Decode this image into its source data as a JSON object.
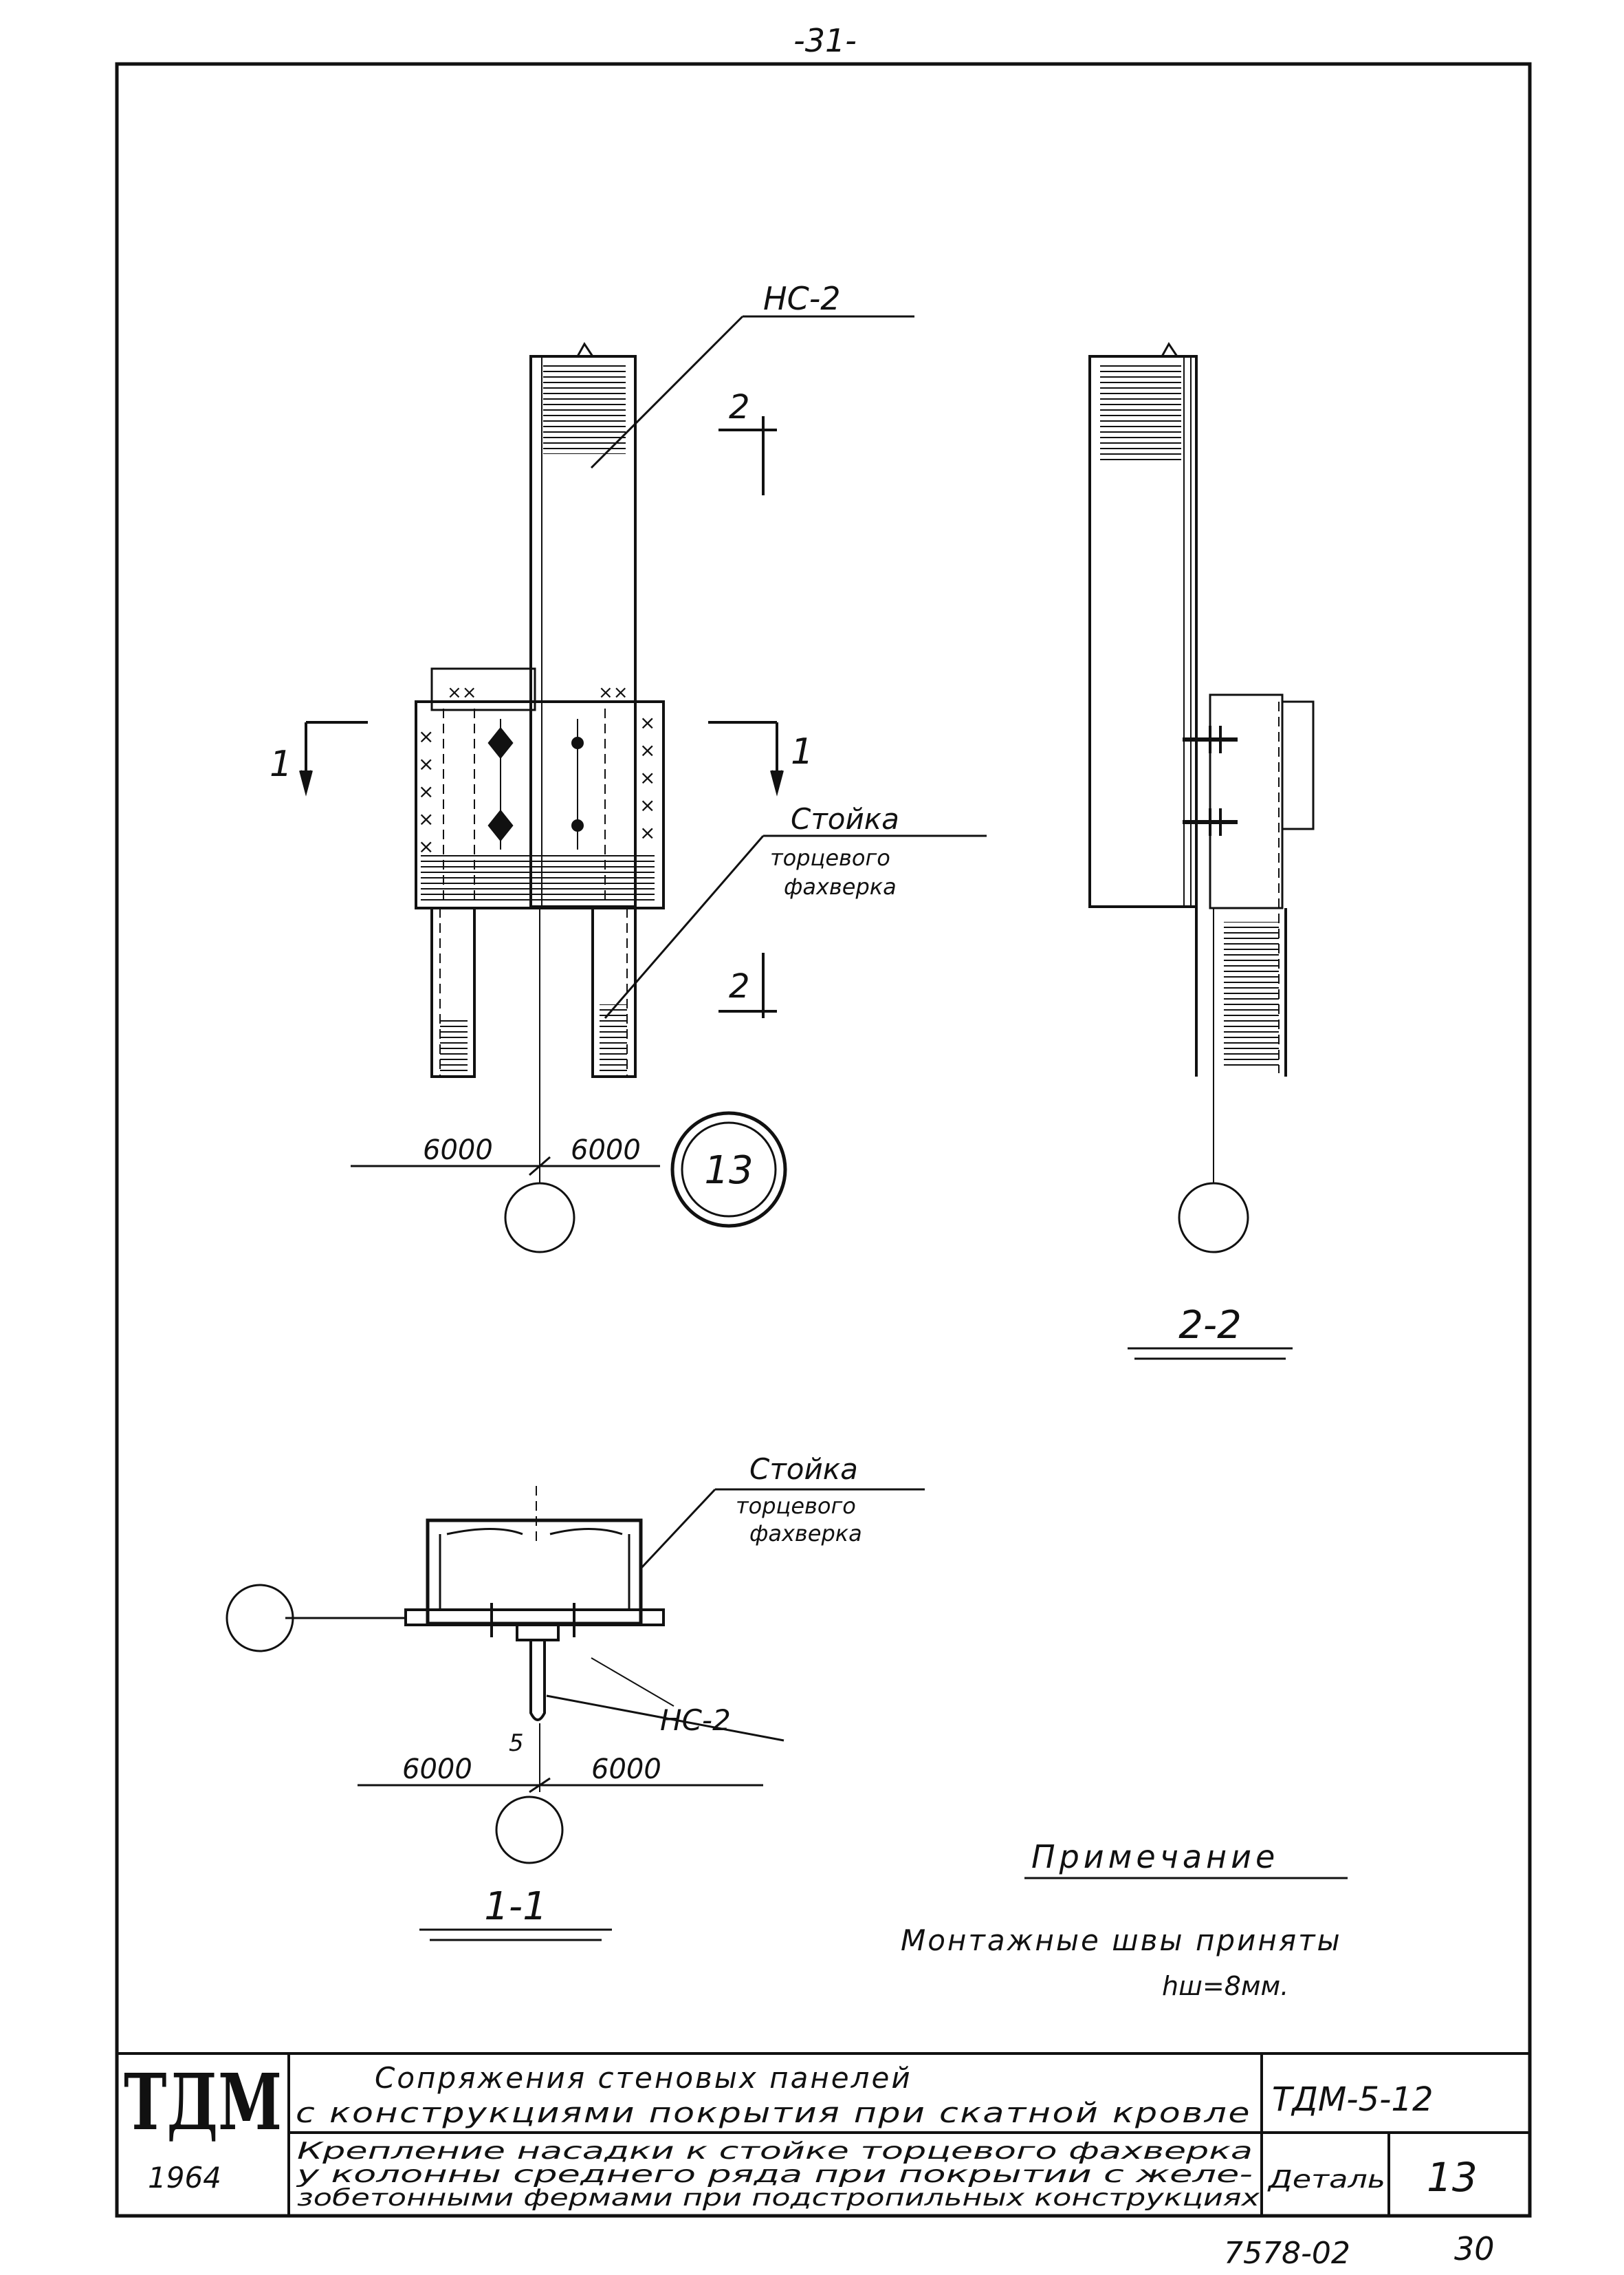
{
  "page_number": "-31-",
  "top_view": {
    "callout_nc2": "НС-2",
    "section_mark_2": "2",
    "section_mark_1": "1",
    "callout_post_line1": "Стойка",
    "callout_post_line2": "торцевого",
    "callout_post_line3": "фахверка",
    "dim_left": "6000",
    "dim_right": "6000",
    "detail_number": "13"
  },
  "view_2_2": {
    "label": "2-2"
  },
  "section_1_1": {
    "callout_post_line1": "Стойка",
    "callout_post_line2": "торцевого",
    "callout_post_line3": "фахверка",
    "callout_nc2": "НС-2",
    "gap": "5",
    "dim_left": "6000",
    "dim_right": "6000",
    "label": "1-1"
  },
  "note": {
    "title": "Примечание",
    "line1": "Монтажные швы приняты",
    "line2": "hш=8мм."
  },
  "title_block": {
    "logo": "ТДМ",
    "year": "1964",
    "title_line1": "Сопряжения стеновых панелей",
    "title_line2": "с конструкциями покрытия при скатной кровле",
    "code": "ТДМ-5-12",
    "desc_line1": "Крепление насадки к стойке торцевого фахверка",
    "desc_line2": "у колонны среднего ряда при покрытии с желе-",
    "desc_line3": "зобетонными фермами при подстропильных конструкциях",
    "detail_label": "Деталь",
    "detail_value": "13"
  },
  "footer": {
    "archive_number": "7578-02",
    "sheet_number": "30"
  }
}
